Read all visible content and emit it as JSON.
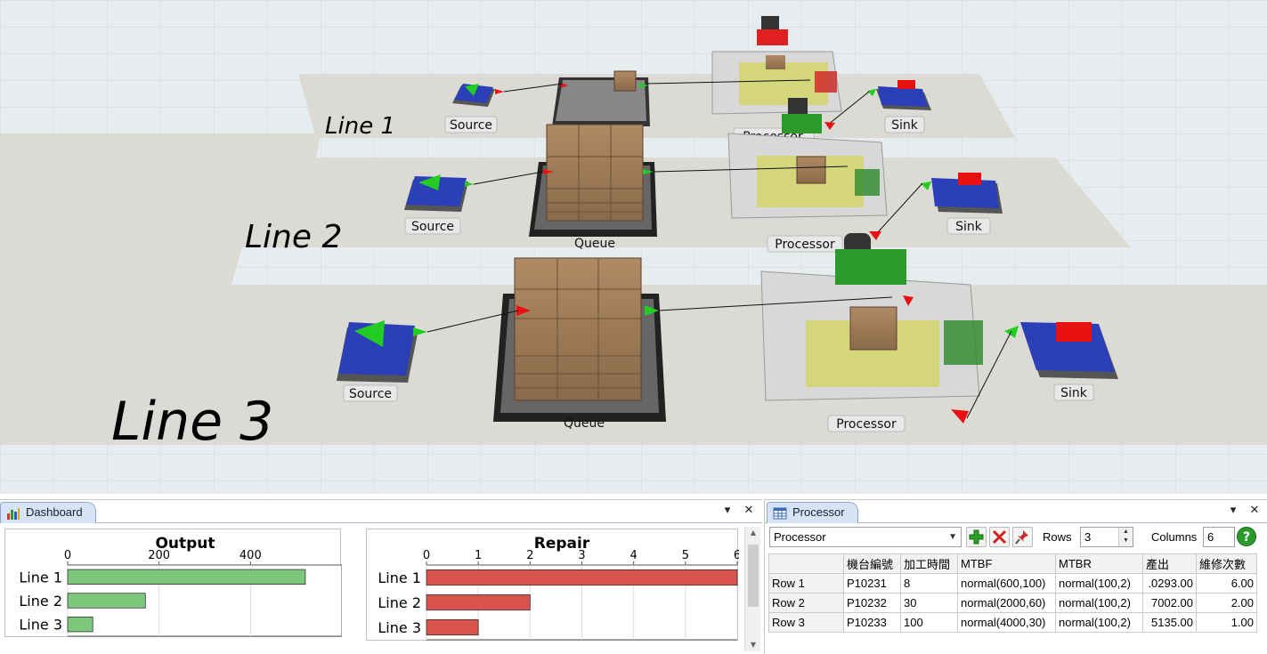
{
  "scene": {
    "line_labels": [
      "Line 1",
      "Line 2",
      "Line 3"
    ],
    "objects": {
      "source": "Source",
      "queue": "Queue",
      "processor": "Processor",
      "sink": "Sink"
    }
  },
  "dashboard": {
    "tab_label": "Dashboard",
    "output_chart": {
      "type": "bar",
      "title": "Output",
      "categories": [
        "Line 1",
        "Line 2",
        "Line 3"
      ],
      "values": [
        520,
        170,
        55
      ],
      "ticks": [
        "0",
        "200",
        "400"
      ],
      "xlim": [
        0,
        600
      ],
      "color": "#7ec87e"
    },
    "repair_chart": {
      "type": "bar",
      "title": "Repair",
      "categories": [
        "Line 1",
        "Line 2",
        "Line 3"
      ],
      "values": [
        6,
        2,
        1
      ],
      "ticks": [
        "0",
        "1",
        "2",
        "3",
        "4",
        "5",
        "6"
      ],
      "xlim": [
        0,
        6
      ],
      "color": "#d9534f"
    }
  },
  "processor_panel": {
    "tab_label": "Processor",
    "selected_table": "Processor",
    "rows_label": "Rows",
    "rows_value": "3",
    "columns_label": "Columns",
    "columns_value": "6",
    "headers": [
      "",
      "機台編號",
      "加工時間",
      "MTBF",
      "MTBR",
      "產出",
      "維修次數"
    ],
    "rows": [
      [
        "Row 1",
        "P10231",
        "8",
        "normal(600,100)",
        "normal(100,2)",
        ".0293.00",
        "6.00"
      ],
      [
        "Row 2",
        "P10232",
        "30",
        "normal(2000,60)",
        "normal(100,2)",
        "7002.00",
        "2.00"
      ],
      [
        "Row 3",
        "P10233",
        "100",
        "normal(4000,30)",
        "normal(100,2)",
        "5135.00",
        "1.00"
      ]
    ]
  },
  "colors": {
    "grid_bg": "#e6ebef",
    "floor": "#dcdad5",
    "source_blue": "#2a3fb8",
    "port_green": "#22cc22",
    "port_red": "#e81010",
    "box": "#a07d5a"
  },
  "icons": [
    "dashboard-icon",
    "table-icon",
    "add-icon",
    "delete-icon",
    "pin-icon",
    "help-icon",
    "dropdown-icon",
    "close-icon"
  ]
}
